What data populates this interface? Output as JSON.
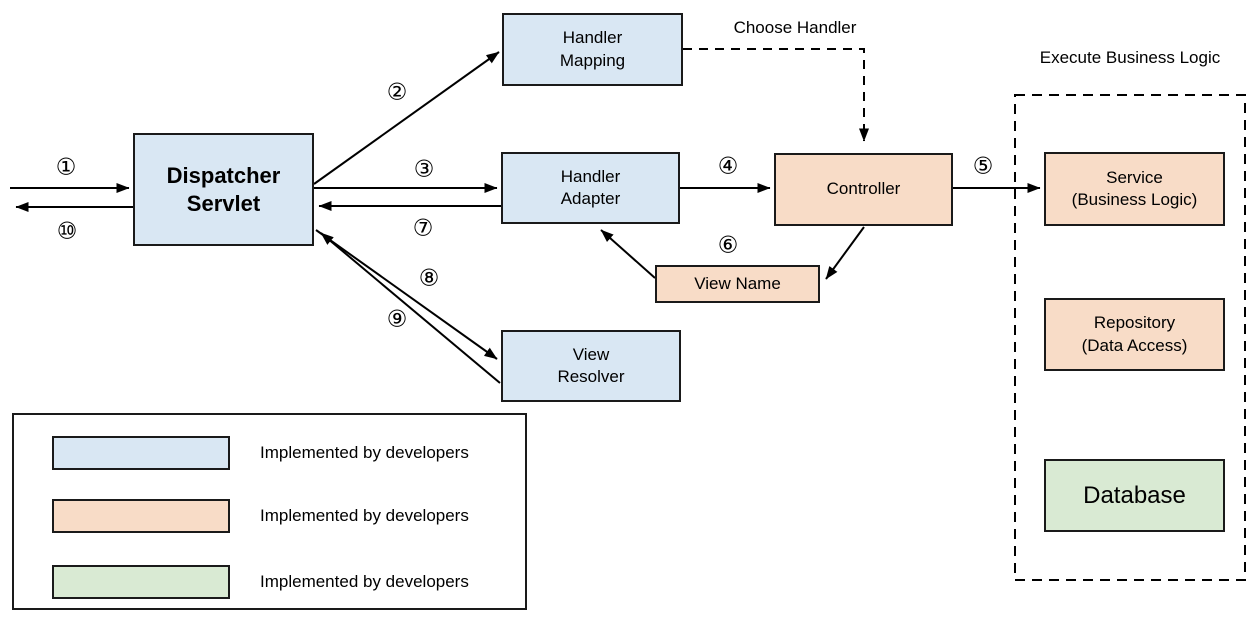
{
  "labels": {
    "choose_handler": "Choose Handler",
    "execute_business_logic": "Execute Business Logic"
  },
  "boxes": {
    "handler_mapping": {
      "label": "Handler\nMapping"
    },
    "dispatcher_servlet": {
      "label": "Dispatcher\nServlet"
    },
    "handler_adapter": {
      "label": "Handler\nAdapter"
    },
    "controller": {
      "label": "Controller"
    },
    "view_name": {
      "label": "View Name"
    },
    "view_resolver": {
      "label": "View\nResolver"
    },
    "service": {
      "label": "Service\n(Business Logic)"
    },
    "repository": {
      "label": "Repository\n(Data Access)"
    },
    "database": {
      "label": "Database"
    }
  },
  "steps": {
    "1": "①",
    "2": "②",
    "3": "③",
    "4": "④",
    "5": "⑤",
    "6": "⑥",
    "7": "⑦",
    "8": "⑧",
    "9": "⑨",
    "10": "⑩"
  },
  "legend": {
    "rows": [
      {
        "swatch_color": "#d9e7f3",
        "label": "Implemented by developers"
      },
      {
        "swatch_color": "#f8dcc7",
        "label": "Implemented by developers"
      },
      {
        "swatch_color": "#d9ead3",
        "label": "Implemented by developers"
      }
    ]
  },
  "colors": {
    "box_blue": "#d9e7f3",
    "box_peach": "#f8dcc7",
    "box_green": "#d9ead3",
    "line": "#000000"
  }
}
